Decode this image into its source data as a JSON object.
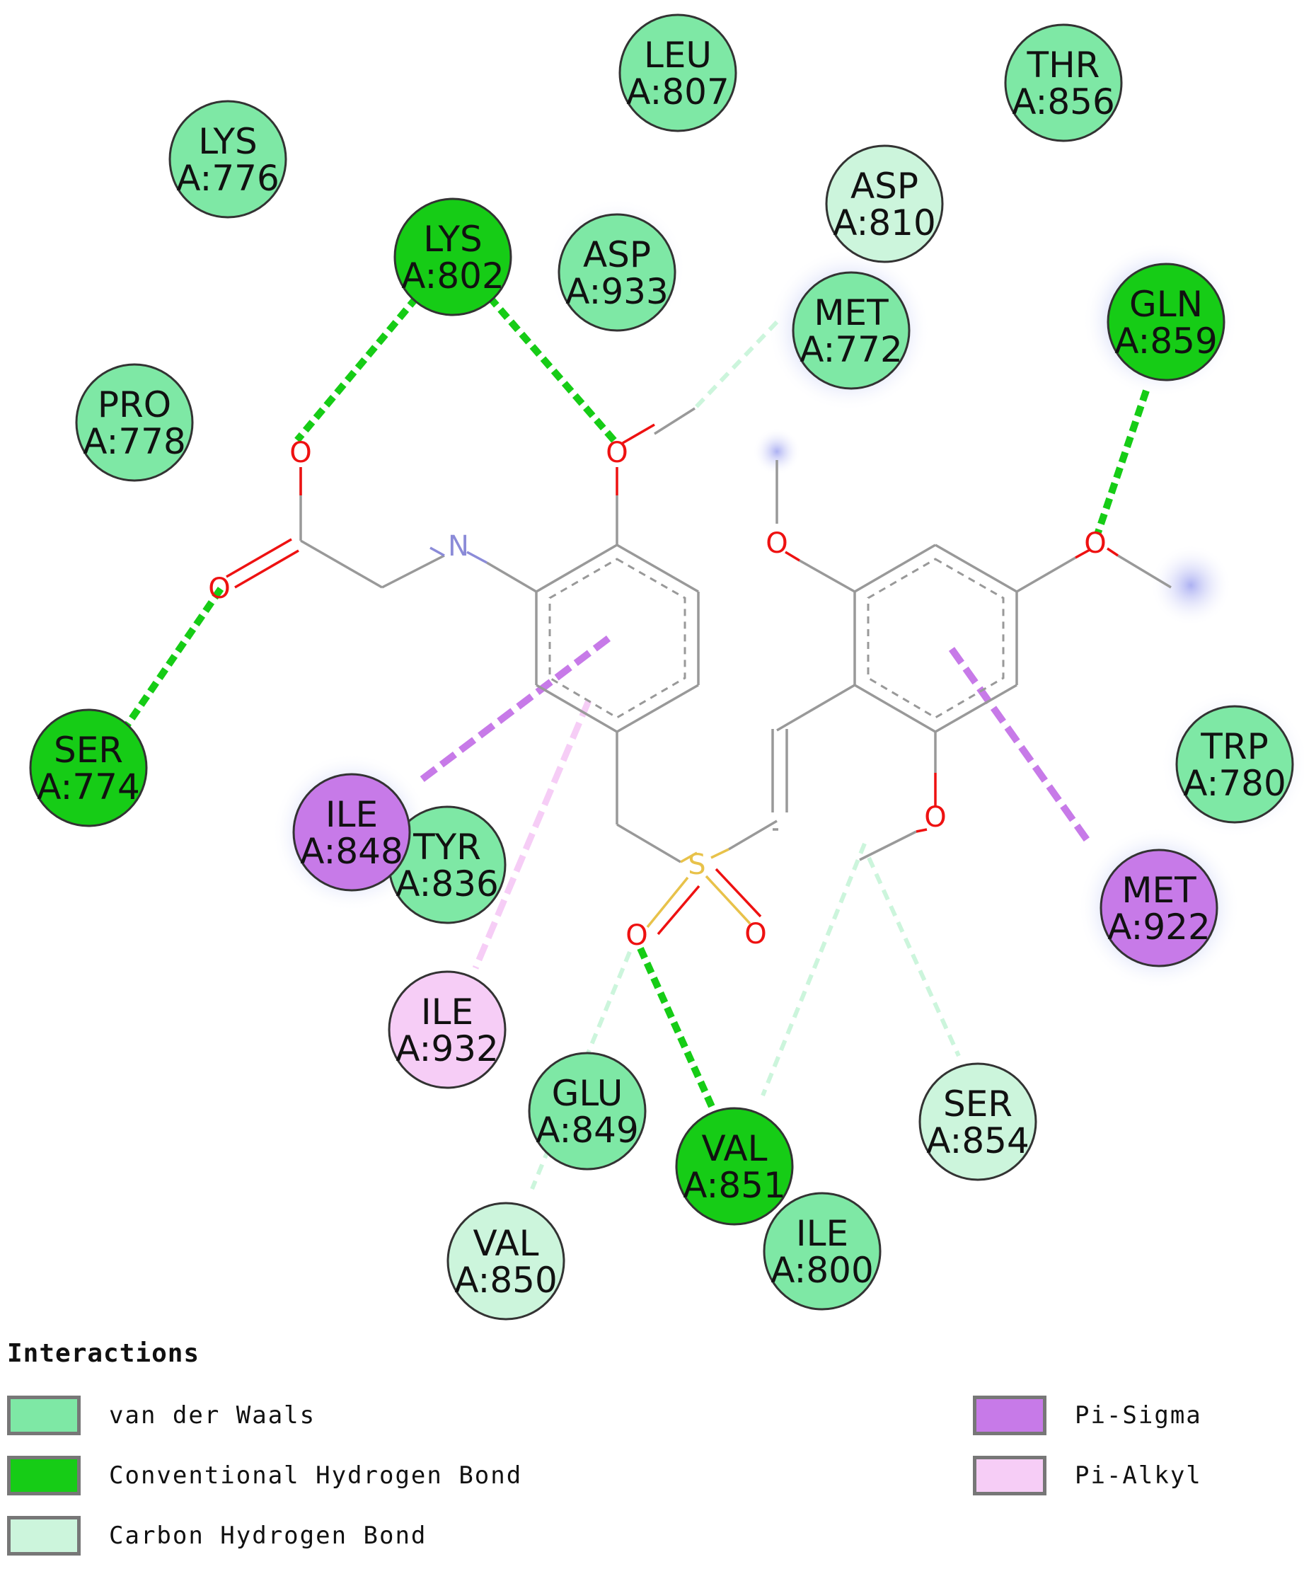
{
  "residues": [
    {
      "key": "leu807",
      "name": "LEU",
      "id": "A:807",
      "type": "vdw"
    },
    {
      "key": "thr856",
      "name": "THR",
      "id": "A:856",
      "type": "vdw"
    },
    {
      "key": "lys776",
      "name": "LYS",
      "id": "A:776",
      "type": "vdw"
    },
    {
      "key": "asp810",
      "name": "ASP",
      "id": "A:810",
      "type": "chb"
    },
    {
      "key": "lys802",
      "name": "LYS",
      "id": "A:802",
      "type": "hbond"
    },
    {
      "key": "asp933",
      "name": "ASP",
      "id": "A:933",
      "type": "vdw"
    },
    {
      "key": "met772",
      "name": "MET",
      "id": "A:772",
      "type": "vdw"
    },
    {
      "key": "gln859",
      "name": "GLN",
      "id": "A:859",
      "type": "hbond"
    },
    {
      "key": "pro778",
      "name": "PRO",
      "id": "A:778",
      "type": "vdw"
    },
    {
      "key": "trp780",
      "name": "TRP",
      "id": "A:780",
      "type": "vdw"
    },
    {
      "key": "ser774",
      "name": "SER",
      "id": "A:774",
      "type": "hbond"
    },
    {
      "key": "tyr836",
      "name": "TYR",
      "id": "A:836",
      "type": "vdw"
    },
    {
      "key": "ile848",
      "name": "ILE",
      "id": "A:848",
      "type": "pisigma"
    },
    {
      "key": "met922",
      "name": "MET",
      "id": "A:922",
      "type": "pisigma"
    },
    {
      "key": "ile932",
      "name": "ILE",
      "id": "A:932",
      "type": "pialkyl"
    },
    {
      "key": "glu849",
      "name": "GLU",
      "id": "A:849",
      "type": "vdw"
    },
    {
      "key": "ser854",
      "name": "SER",
      "id": "A:854",
      "type": "chb"
    },
    {
      "key": "val851",
      "name": "VAL",
      "id": "A:851",
      "type": "hbond"
    },
    {
      "key": "val850",
      "name": "VAL",
      "id": "A:850",
      "type": "chb"
    },
    {
      "key": "ile800",
      "name": "ILE",
      "id": "A:800",
      "type": "vdw"
    }
  ],
  "atoms": {
    "oxygen": "O",
    "nitrogen": "N",
    "sulfur": "S"
  },
  "legend": {
    "title": "Interactions",
    "items": [
      {
        "key": "vdw",
        "label": "van der Waals"
      },
      {
        "key": "hbond",
        "label": "Conventional Hydrogen Bond"
      },
      {
        "key": "chb",
        "label": "Carbon Hydrogen Bond"
      },
      {
        "key": "pisigma",
        "label": "Pi-Sigma"
      },
      {
        "key": "pialkyl",
        "label": "Pi-Alkyl"
      }
    ]
  },
  "colors": {
    "vdw": "#7ee8a5",
    "hbond": "#16cc16",
    "chb": "#ccf5dc",
    "pisigma": "#c77ae8",
    "pialkyl": "#f6cdf6",
    "oxygen": "#ee1111",
    "nitrogen": "#8b8bd8",
    "sulfur": "#e8c24a",
    "bond": "#999999"
  }
}
